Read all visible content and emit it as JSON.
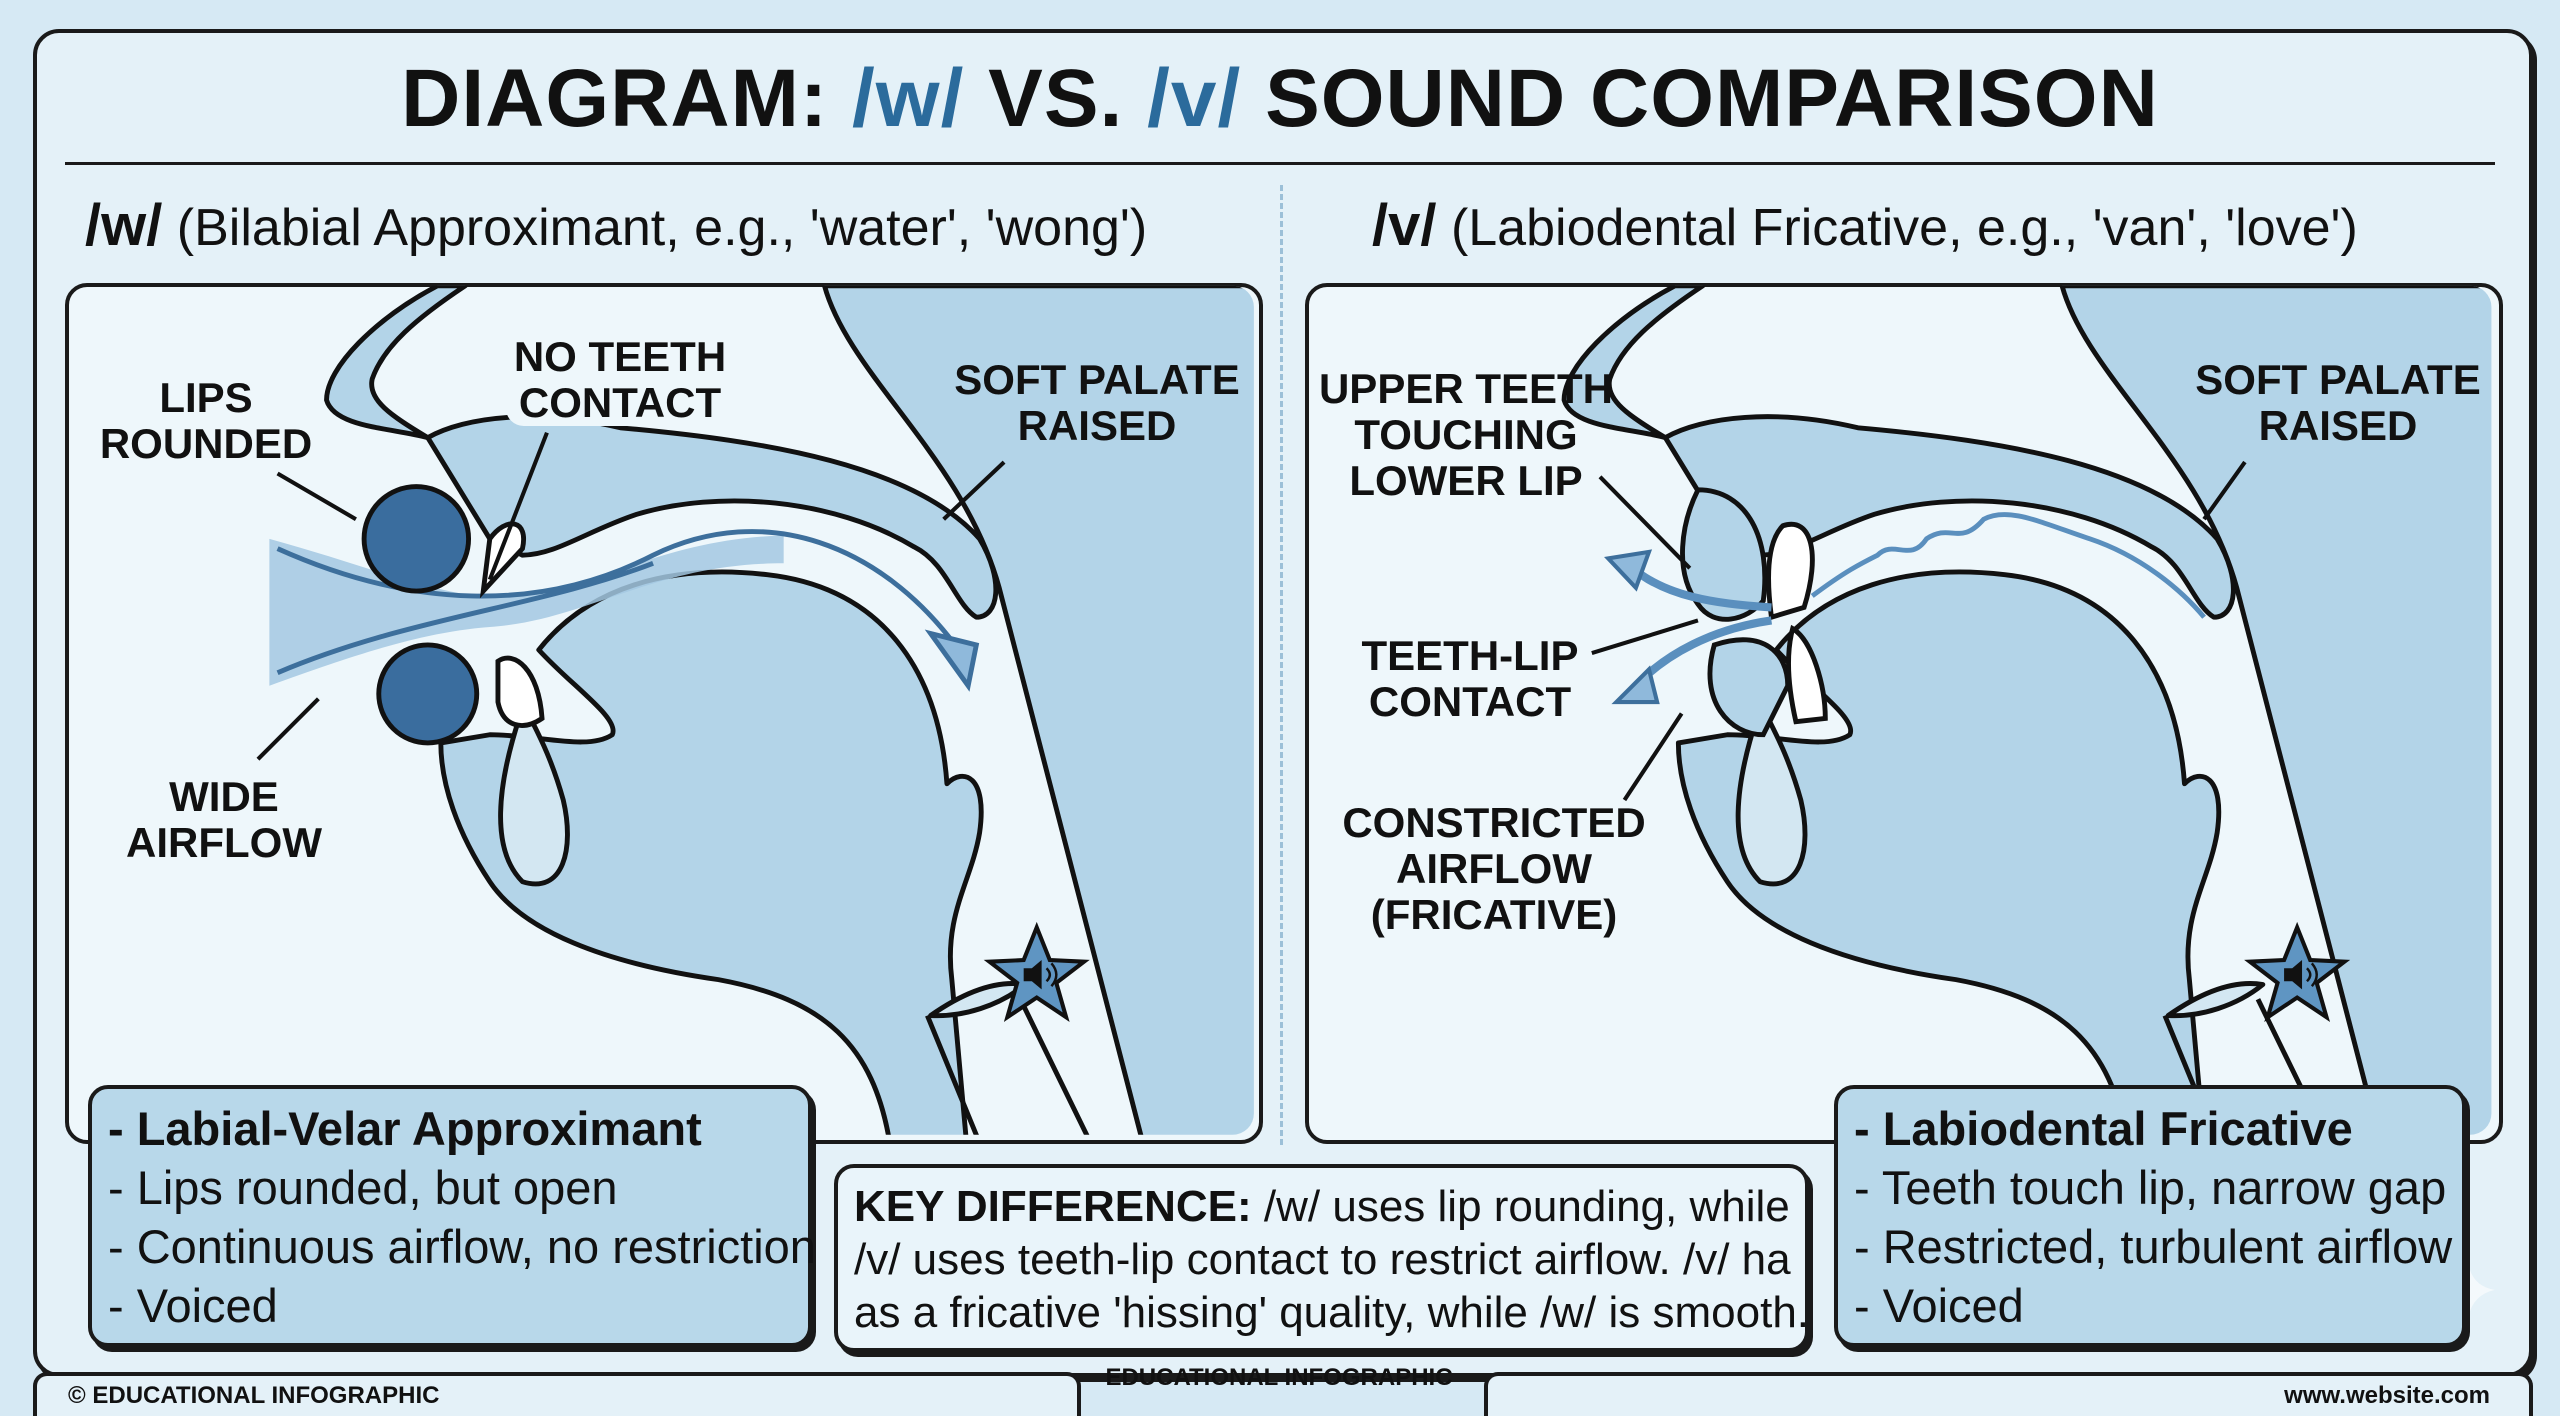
{
  "title": {
    "prefix": "DIAGRAM: ",
    "w": "/w/",
    "mid": " VS. ",
    "v": "/v/",
    "suffix": " SOUND COMPARISON"
  },
  "left": {
    "symbol": "/w/",
    "subtitle": " (Bilabial Approximant, e.g., 'water', 'wong')",
    "labels": {
      "lips": [
        "LIPS",
        "ROUNDED"
      ],
      "teeth": [
        "NO TEETH",
        "CONTACT"
      ],
      "palate": [
        "SOFT PALATE",
        "RAISED"
      ],
      "airflow": [
        "WIDE",
        "AIRFLOW"
      ]
    },
    "box": [
      "- Labial-Velar Approximant",
      "- Lips rounded, but open",
      "- Continuous airflow, no restriction",
      "- Voiced"
    ]
  },
  "right": {
    "symbol": "/v/",
    "subtitle": " (Labiodental Fricative, e.g., 'van', 'love')",
    "labels": {
      "teeth": [
        "UPPER TEETH",
        "TOUCHING",
        "LOWER LIP"
      ],
      "contact": [
        "TEETH-LIP",
        "CONTACT"
      ],
      "airflow": [
        "CONSTRICTED",
        "AIRFLOW",
        "(FRICATIVE)"
      ],
      "palate": [
        "SOFT PALATE",
        "RAISED"
      ]
    },
    "box": [
      "- Labiodental Fricative",
      "- Teeth touch lip, narrow gap",
      "- Restricted, turbulent airflow",
      "- Voiced"
    ]
  },
  "key": {
    "label": "KEY DIFFERENCE:",
    "line1": " /w/ uses lip rounding, while",
    "line2": "/v/ uses teeth-lip contact to restrict airflow. /v/ ha",
    "line3": "as a fricative 'hissing' quality, while /w/ is smooth."
  },
  "footer": {
    "left": "© EDUCATIONAL INFOGRAPHIC",
    "center": "EDUCATIONAL INFOGRAPHIC",
    "right": "www.website.com"
  },
  "colors": {
    "accent": "#2b6b9c",
    "tissue": "#b3d4e8",
    "lips": "#3a6d9e",
    "background": "#e4f1f8"
  },
  "icons": [
    "voice-star-speaker-icon",
    "airflow-arrow-icon",
    "sparkle-icon"
  ]
}
